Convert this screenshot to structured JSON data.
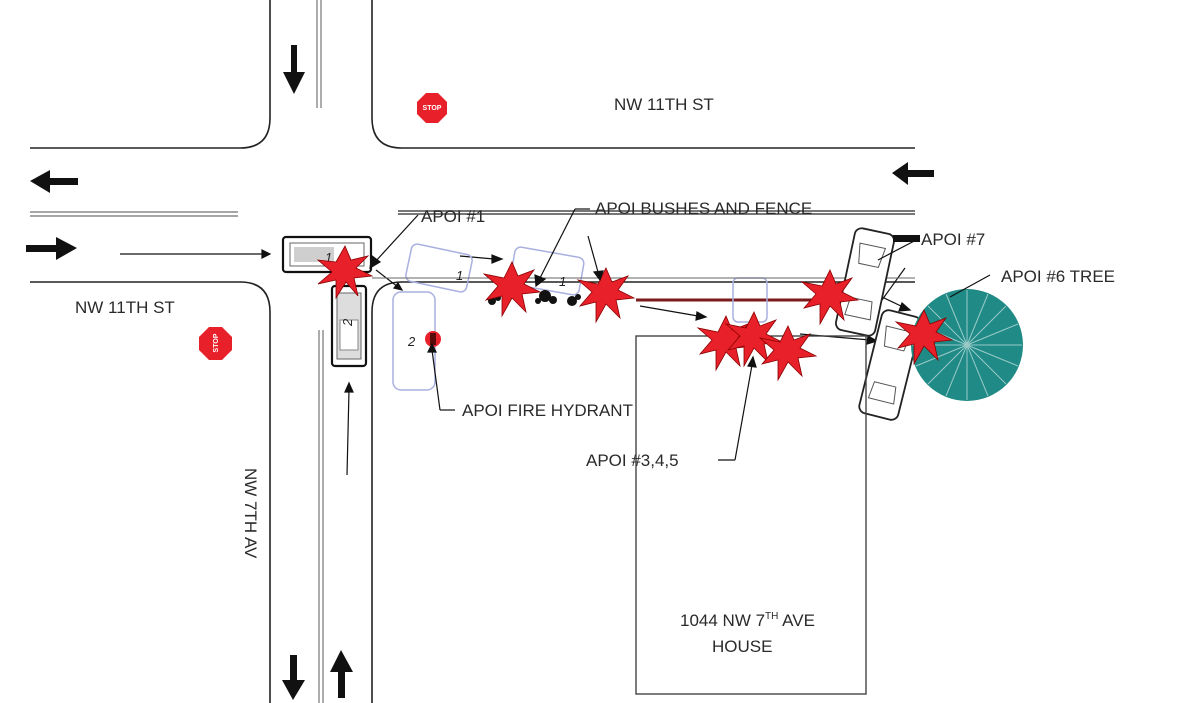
{
  "streets": {
    "top_street": "NW 11TH ST",
    "left_street": "NW 11TH ST",
    "avenue": "NW 7TH AV"
  },
  "signs": {
    "stop_text": "STOP",
    "stop_color": "#e8202a"
  },
  "labels": {
    "apoi1": "APOI #1",
    "bushes_fence": "APOI BUSHES AND FENCE",
    "apoi7": "APOI #7",
    "apoi6": "APOI #6 TREE",
    "fire_hydrant": "APOI FIRE HYDRANT",
    "apoi345": "APOI #3,4,5"
  },
  "house": {
    "address_prefix": "1044 NW 7",
    "address_sup": "TH",
    "address_suffix": " AVE",
    "name": "HOUSE"
  },
  "vehicle_numbers": {
    "v1": "1",
    "v2": "2"
  },
  "colors": {
    "impact": "#e8202a",
    "tree": "#1f8a86",
    "ghost_vehicle": "#a9b0e0",
    "road_line": "#222222"
  }
}
